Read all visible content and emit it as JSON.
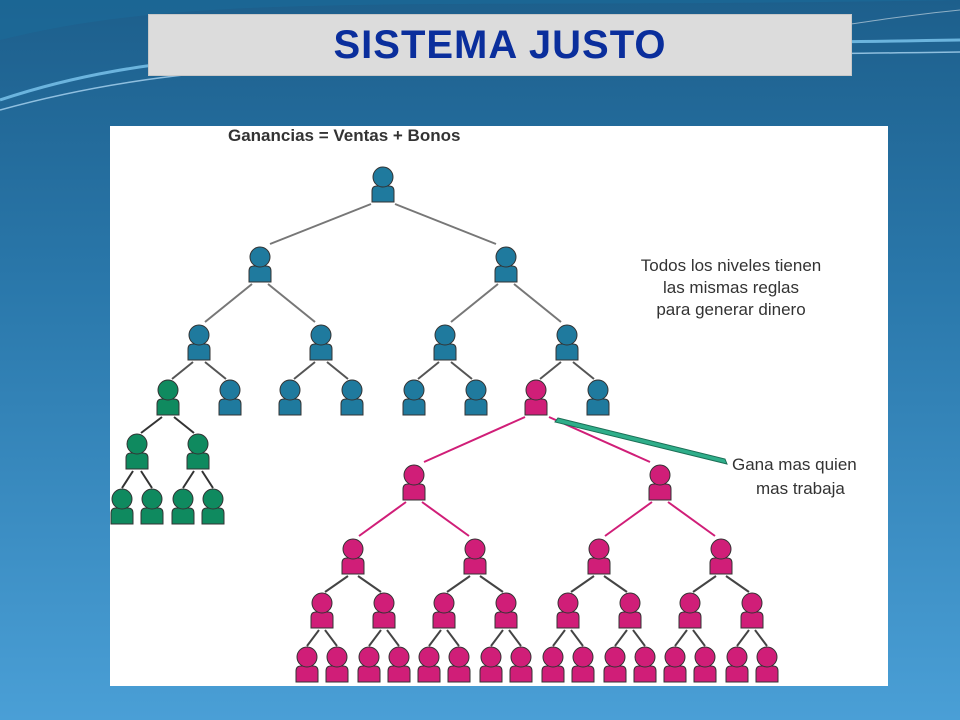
{
  "slide": {
    "title": "SISTEMA JUSTO"
  },
  "diagram": {
    "formula": "Ganancias = Ventas + Bonos",
    "note_levels": [
      "Todos los niveles tienen",
      "las mismas reglas",
      "para generar dinero"
    ],
    "note_worker": [
      "Gana mas quien",
      "mas trabaja"
    ]
  },
  "colors": {
    "teal": "#1f7a9e",
    "green": "#0f8a5f",
    "magenta": "#d01e78",
    "title_text": "#0a2e9c",
    "title_bg": "#dcdcdc"
  }
}
